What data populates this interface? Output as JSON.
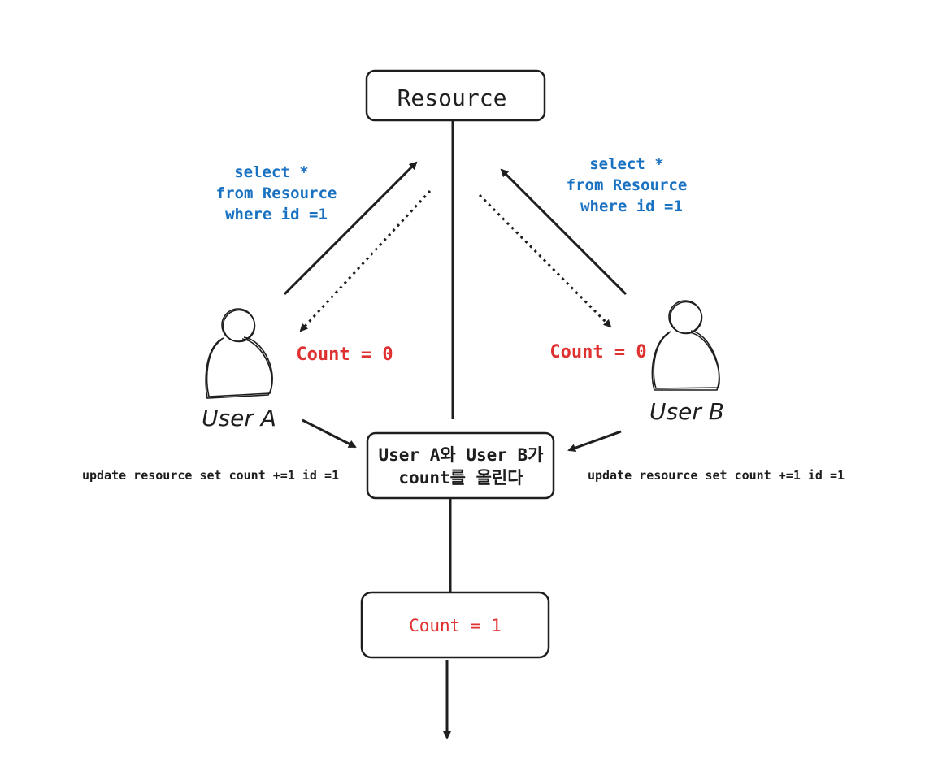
{
  "nodes": {
    "resource": {
      "label": "Resource"
    },
    "middle": {
      "line1": "User A와 User B가",
      "line2": "count를 올린다"
    },
    "result": {
      "label": "Count = 1"
    }
  },
  "users": {
    "a": {
      "label": "User A",
      "count": "Count = 0"
    },
    "b": {
      "label": "User B",
      "count": "Count = 0"
    }
  },
  "queries": {
    "a": [
      "select *",
      "from Resource",
      "where id =1"
    ],
    "b": [
      "select *",
      "from Resource",
      "where id =1"
    ]
  },
  "updates": {
    "a": "update resource set count +=1 id =1",
    "b": "update resource set count +=1 id =1"
  },
  "colors": {
    "stroke": "#1e1e1e",
    "query_blue": "#1971c2",
    "count_red": "#e03131"
  }
}
